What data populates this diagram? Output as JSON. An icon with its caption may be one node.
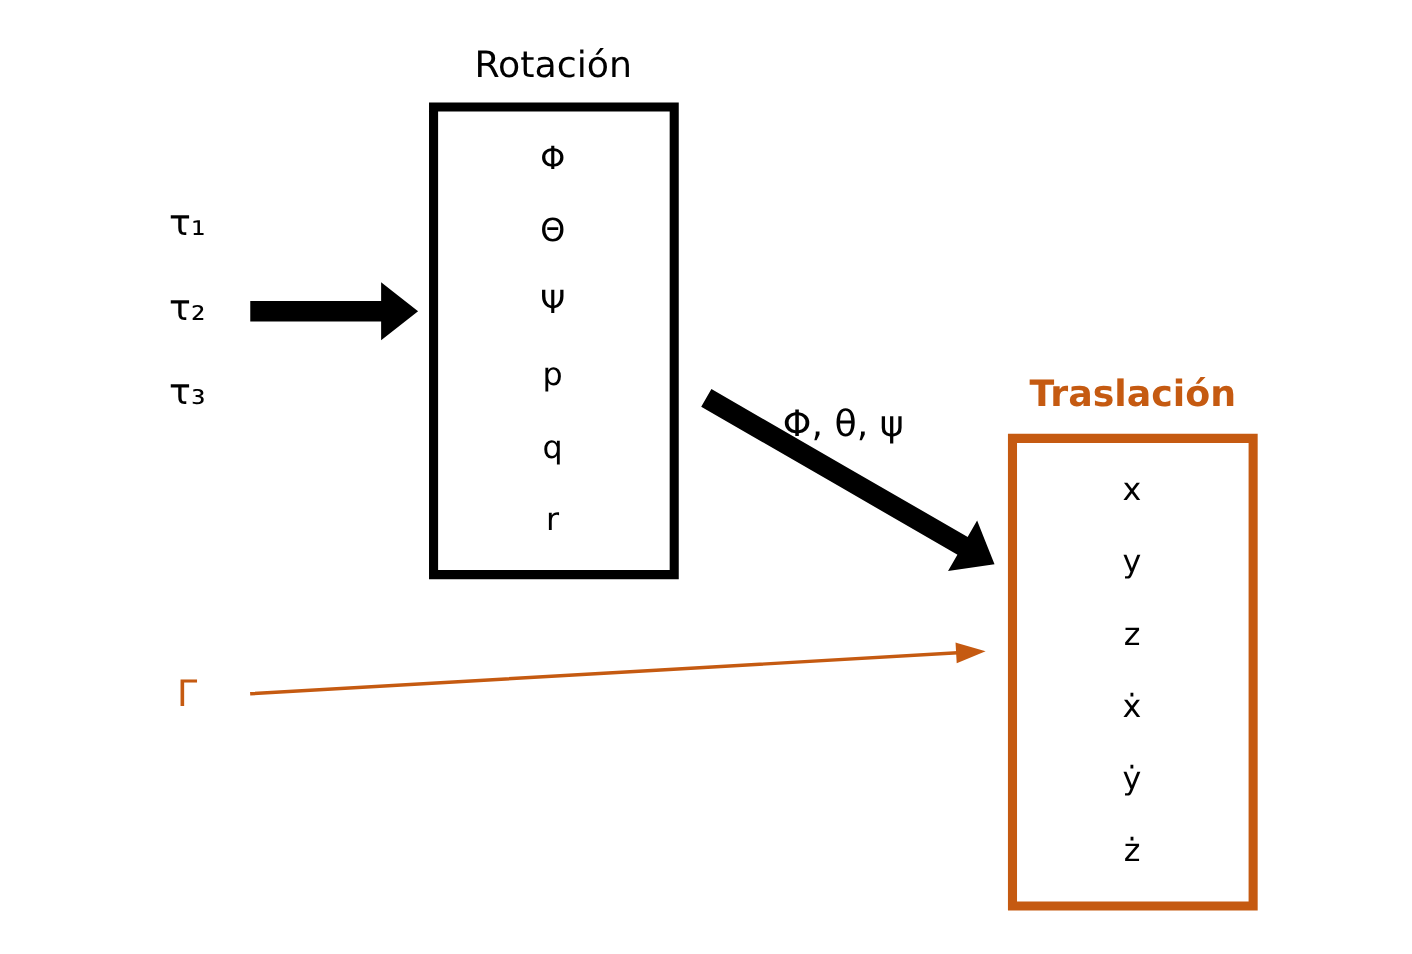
{
  "diagram": {
    "nodes": [
      {
        "text": [
          "τ₁",
          "τ₂",
          "τ₃"
        ]
      },
      {
        "text": [
          "Rotación",
          "Φ",
          "Θ",
          "Ψ",
          "p",
          "q",
          "r"
        ]
      },
      {
        "text": [
          "Γ"
        ]
      },
      {
        "text": [
          "Traslación",
          "x",
          "y",
          "z",
          "ẋ",
          "ẏ",
          "ż"
        ]
      }
    ],
    "edges": [
      {
        "from": 0,
        "to": 1,
        "arrow": "to"
      },
      {
        "from": 1,
        "to": 3,
        "arrow": "to",
        "label": "Φ, θ, ψ"
      },
      {
        "from": 2,
        "to": 3,
        "arrow": "to",
        "color": "#c55a11"
      }
    ]
  }
}
